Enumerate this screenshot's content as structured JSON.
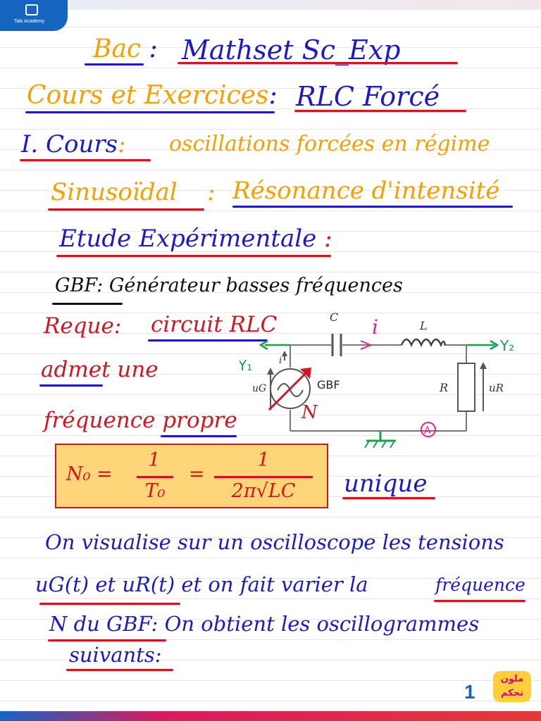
{
  "logo": {
    "brand": "Taki Academy",
    "logo_icon": "taki-academy-logo-icon"
  },
  "header": {
    "bac_label": "Bac",
    "bac_sep": ":",
    "bac_value": "Mathset Sc_Exp",
    "course_label": "Cours et Exercices",
    "course_sep": ":",
    "course_value": "RLC Forcé",
    "section_label": "I. Cours",
    "section_sep": ":",
    "section_value": "oscillations forcées en régime",
    "subtitle_a": "Sinusoïdal",
    "subtitle_sep": ":",
    "subtitle_b": "Résonance d'intensité",
    "study_title": "Etude Expérimentale",
    "study_sep": ":"
  },
  "content": {
    "gbf_definition": "GBF: Générateur basses fréquences",
    "remark_label": "Reque:",
    "remark_circuit": "circuit RLC",
    "remark_line2": "admet une",
    "remark_line3_a": "fréquence",
    "remark_line3_b": "propre",
    "formula": {
      "lhs": "N₀ =",
      "num1": "1",
      "den1": "T₀",
      "eq": "=",
      "num2": "1",
      "den2": "2π√LC"
    },
    "unique_word": "unique",
    "para_line1": "On visualise sur un oscilloscope les tensions",
    "para_line2_a": "uG(t) et uR(t) et on fait varier la",
    "para_line2_b": "fréquence",
    "para_line3": "N du GBF: On obtient les oscillogrammes",
    "para_line4": "suivants:"
  },
  "circuit": {
    "capacitor_label": "C",
    "current_label": "i",
    "inductor_label": "L",
    "y1_label": "Y₁",
    "y2_label": "Y₂",
    "gbf_current_label": "i",
    "generator_label": "GBF",
    "ug_label": "uG",
    "resistor_label": "R",
    "ur_label": "uR",
    "frequency_label": "N",
    "node_label": "A"
  },
  "footer": {
    "page_number": "1",
    "badge_text": "ملون تحكم"
  }
}
